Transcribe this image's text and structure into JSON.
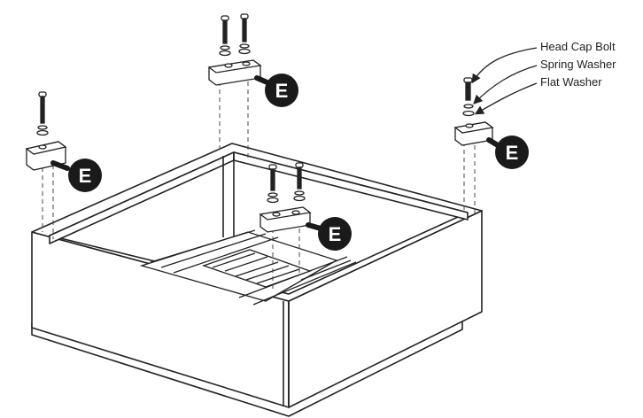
{
  "callouts": {
    "head_cap_bolt": "Head Cap Bolt",
    "spring_washer": "Spring Washer",
    "flat_washer": "Flat Washer"
  },
  "part_label": "E",
  "colors": {
    "ink": "#222222",
    "badge": "#1a1a1a",
    "paper": "#ffffff"
  }
}
